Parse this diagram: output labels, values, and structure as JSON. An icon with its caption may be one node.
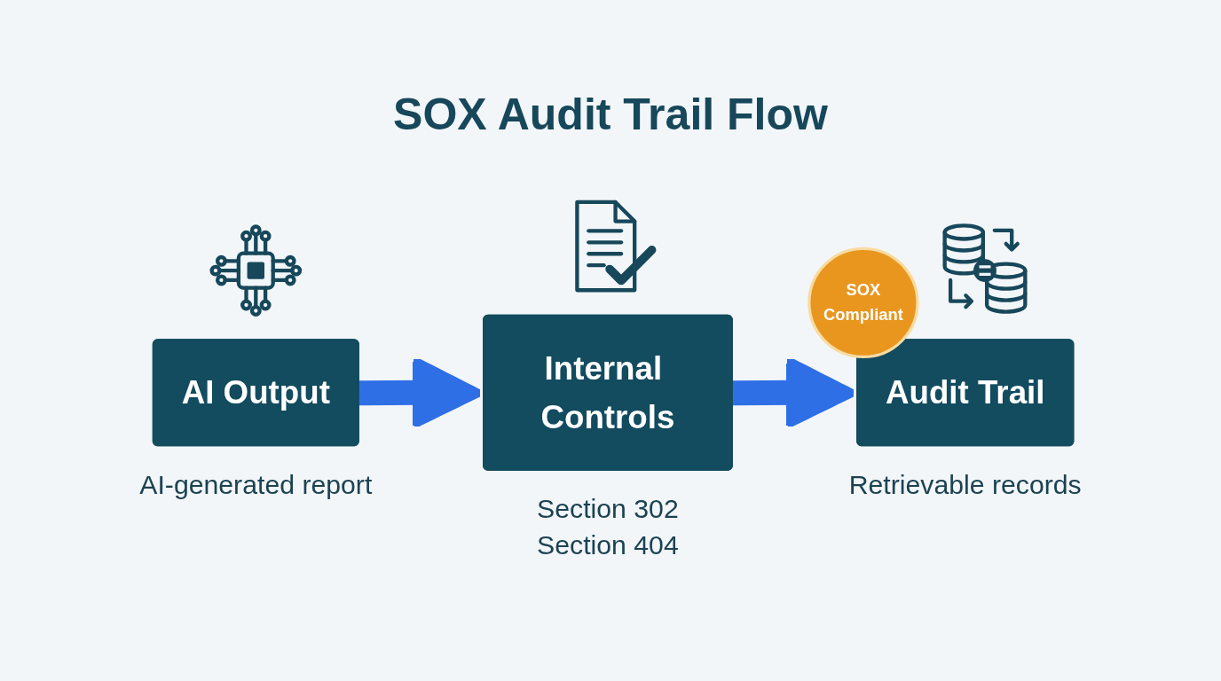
{
  "diagram": {
    "title": "SOX Audit Trail Flow",
    "nodes": [
      {
        "text": [
          "AI Output"
        ],
        "beside": [
          "AI-generated report"
        ]
      },
      {
        "text": [
          "Internal Controls"
        ],
        "beside": [
          "Section 302",
          "Section 404"
        ]
      },
      {
        "text": [
          "Audit Trail"
        ],
        "beside": [
          "Retrievable records"
        ]
      },
      {
        "text": [
          "SOX",
          "Compliant"
        ]
      }
    ],
    "edges": [
      {
        "from": 0,
        "to": 1,
        "arrow": "to"
      },
      {
        "from": 1,
        "to": 2,
        "arrow": "to"
      }
    ]
  }
}
